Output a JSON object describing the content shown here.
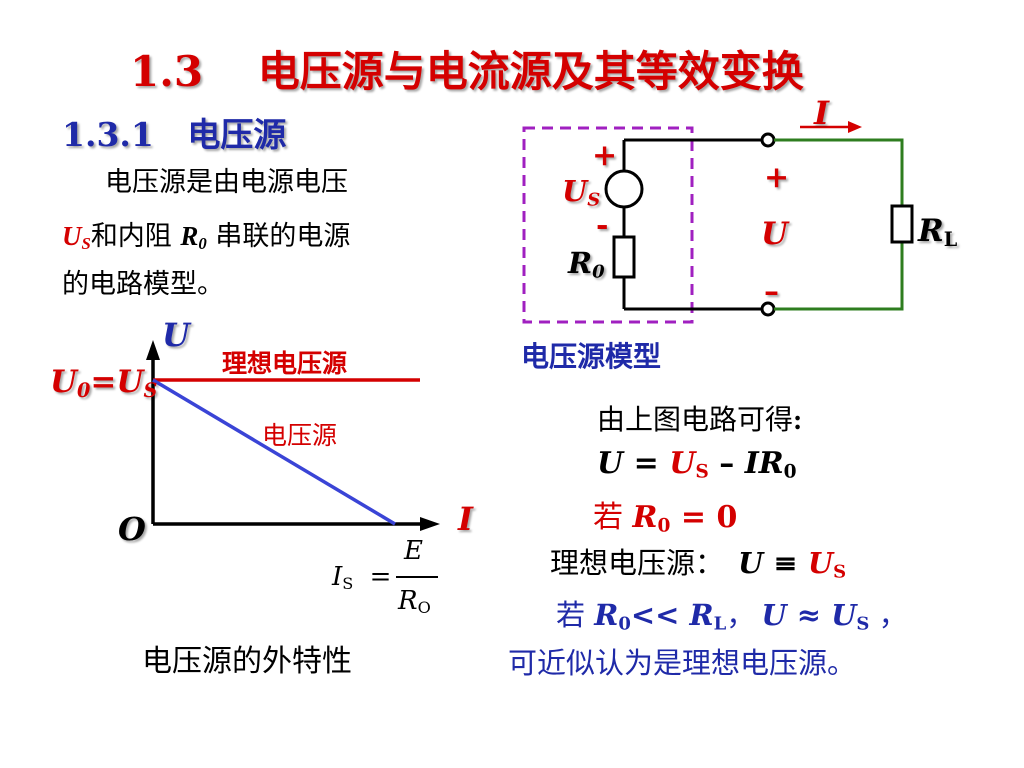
{
  "title": {
    "num": "1.3",
    "text": "电压源与电流源及其等效变换"
  },
  "section": {
    "num": "1.3.1",
    "text": "电压源"
  },
  "intro": {
    "line1": "电压源是由电源电压",
    "us_U": "U",
    "us_sub": "S",
    "mid1": "和内阻",
    "r0_R": "R",
    "r0_sub": "0",
    "mid2": "串联的电源",
    "line3": "的电路模型。"
  },
  "circuit": {
    "current": "I",
    "src_plus": "+",
    "src_minus": "-",
    "us_U": "U",
    "us_sub": "S",
    "r0_R": "R",
    "r0_sub": "0",
    "u_plus": "+",
    "u_label": "U",
    "u_minus": "–",
    "rl_R": "R",
    "rl_sub": "L",
    "caption": "电压源模型"
  },
  "graph": {
    "y_axis": "U",
    "x_axis": "I",
    "origin": "O",
    "u0_U": "U",
    "u0_sub0": "0",
    "u0_eq": "=",
    "u0_U2": "U",
    "u0_sub": "S",
    "ideal_label": "理想电压源",
    "real_label": "电压源",
    "is_I": "I",
    "is_sub": "S",
    "is_eq": "=",
    "is_num": "E",
    "is_den_R": "R",
    "is_den_sub": "O",
    "caption": "电压源的外特性"
  },
  "derivation": {
    "intro": "由上图电路可得",
    "colon": ":",
    "eq_U": "U",
    "eq_eq": " = ",
    "eq_Us": "U",
    "eq_Us_sub": "S",
    "eq_minus": " – ",
    "eq_IR": "IR",
    "eq_IR_sub": "0",
    "cond_ruo": "若 ",
    "cond_R": "R",
    "cond_sub": "0",
    "cond_eq": " = 0",
    "ideal_label": "理想电压源：",
    "ideal_U": "U",
    "ideal_equiv": " ≡ ",
    "ideal_Us": "U",
    "ideal_sub": "S",
    "approx_ruo": "若 ",
    "approx_R0": "R",
    "approx_R0_sub": "0",
    "approx_ll": "<< ",
    "approx_RL": "R",
    "approx_RL_sub": "L",
    "approx_comma": "，",
    "approx_U": "U",
    "approx_sym": " ≈ ",
    "approx_Us": "U",
    "approx_Us_sub": "S",
    "approx_comma2": " ，",
    "conclusion": "可近似认为是理想电压源。"
  },
  "colors": {
    "red": "#d40000",
    "blue": "#1f2aa8",
    "green": "#2e7d1f",
    "purple": "#a020c0",
    "line_blue": "#3a44d6"
  }
}
